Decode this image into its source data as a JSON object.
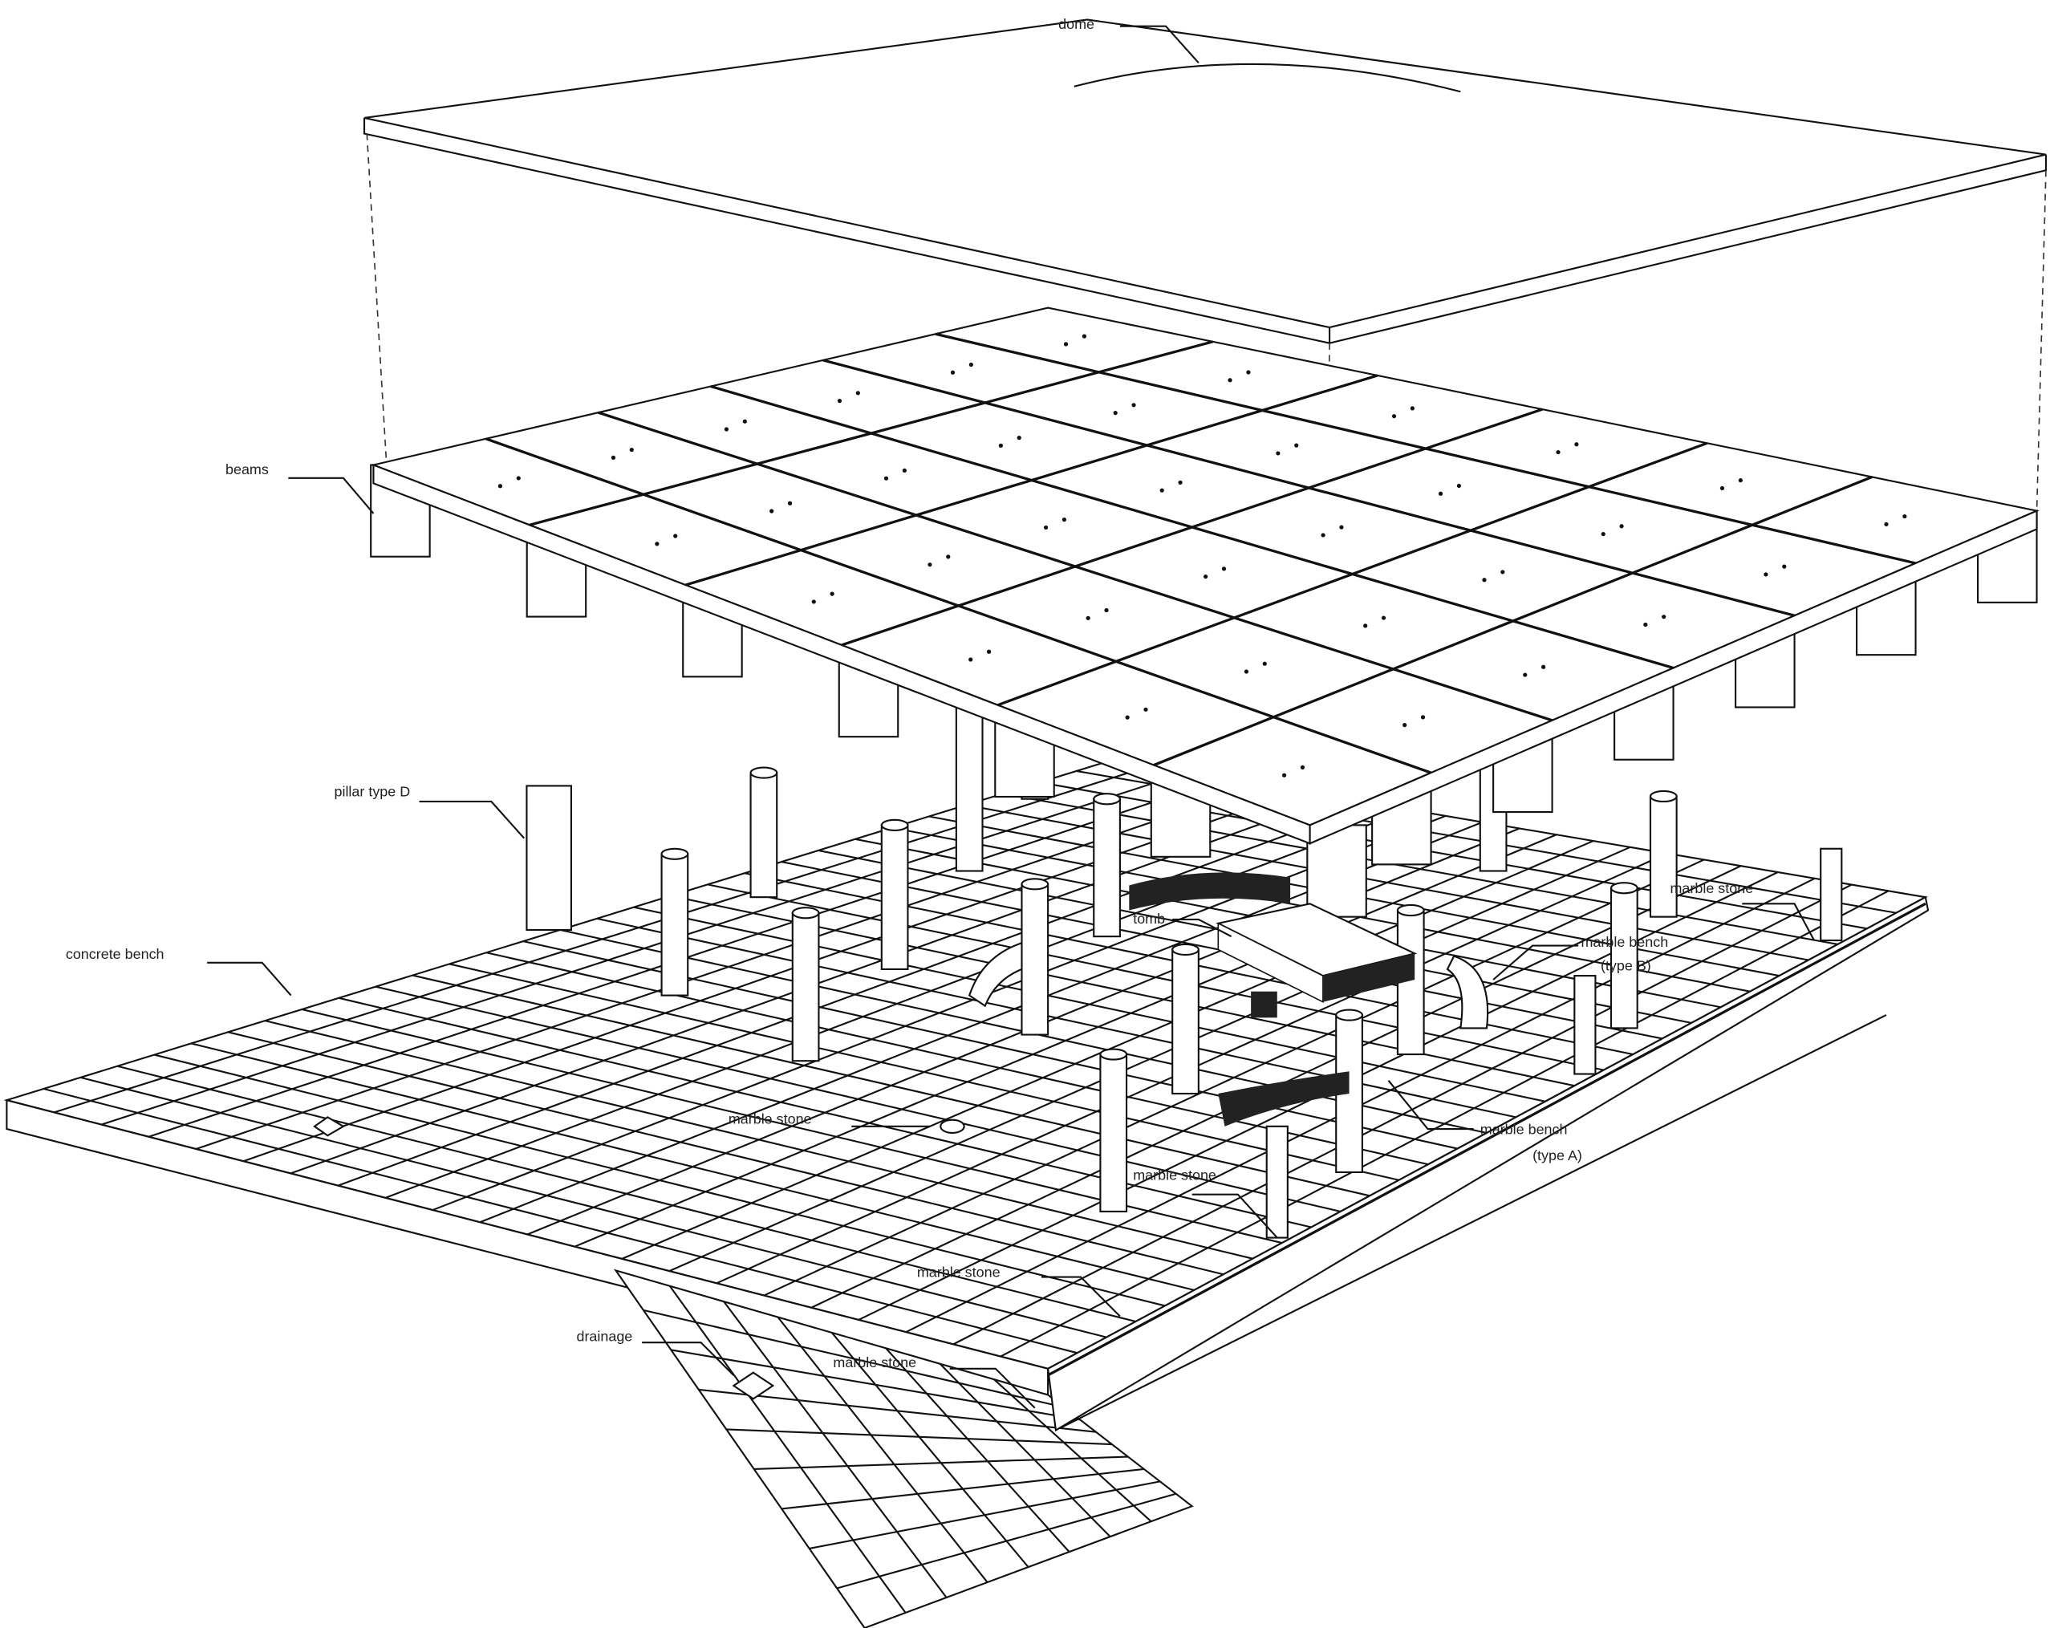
{
  "title": "Exploded axonometric of pavilion structure",
  "labels": {
    "dome": "dome",
    "beams": "beams",
    "pillar": "pillar type D",
    "concrete_bench": "concrete bench",
    "marble_stone_center": "marble stone",
    "marble_stone_front": "marble stone",
    "marble_stone_bottom": "marble stone",
    "marble_stone_pillar": "marble stone",
    "marble_stone_right": "marble stone",
    "tomb": "tomb",
    "bench_b_line1": "marble bench",
    "bench_b_line2": "(type B)",
    "bench_a_line1": "marble bench",
    "bench_a_line2": "(type A)",
    "drainage": "drainage"
  },
  "colors": {
    "ink": "#111111",
    "paper": "#ffffff"
  }
}
